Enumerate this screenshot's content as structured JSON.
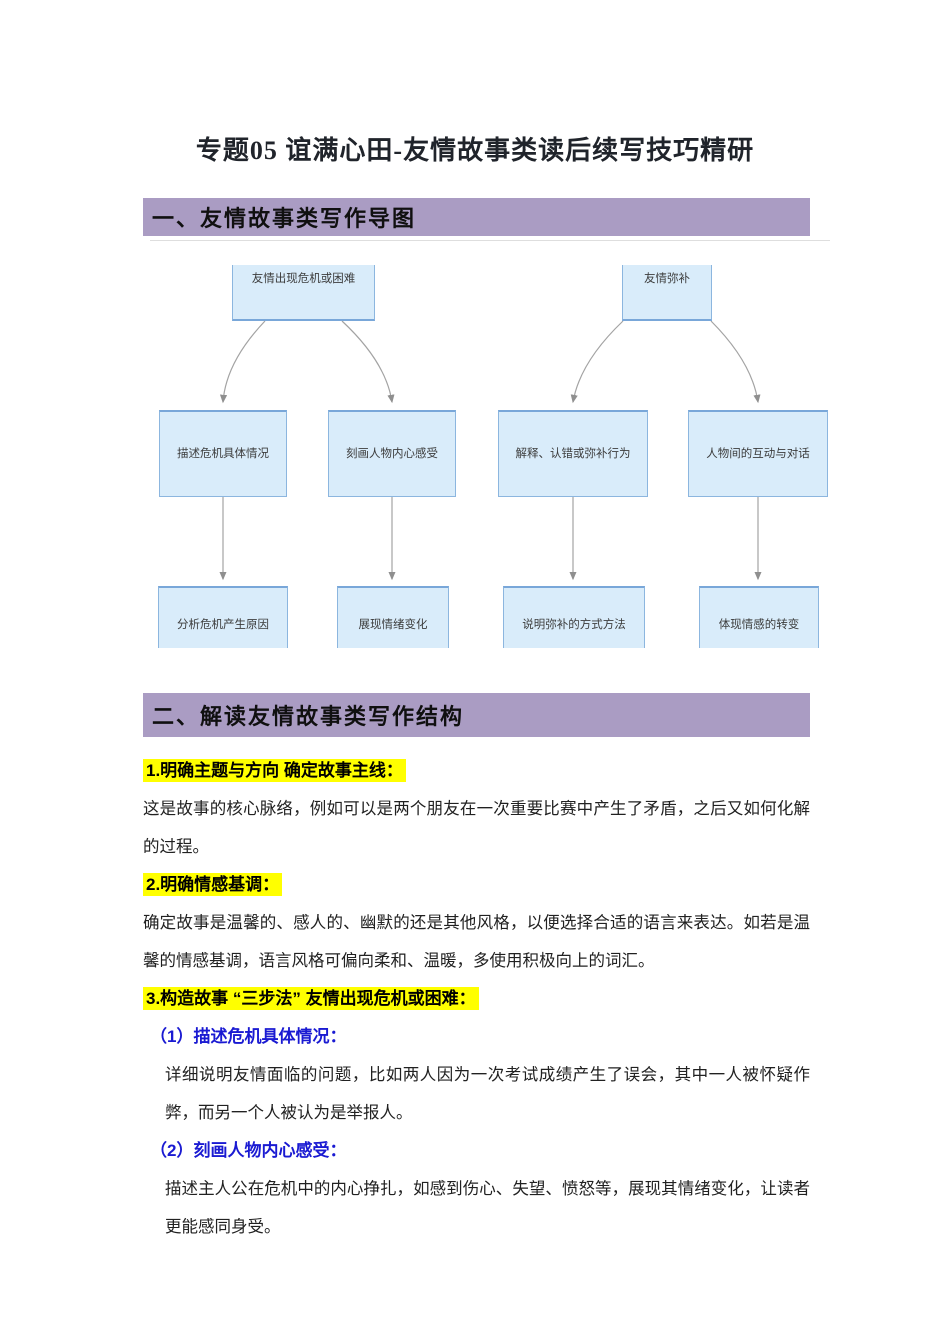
{
  "document": {
    "title": "专题05 谊满心田-友情故事类读后续写技巧精研"
  },
  "sections": {
    "one": "一、友情故事类写作导图",
    "two": "二、解读友情故事类写作结构"
  },
  "flowchart": {
    "top": [
      "友情出现危机或困难",
      "友情弥补"
    ],
    "middle": [
      "描述危机具体情况",
      "刻画人物内心感受",
      "解释、认错或弥补行为",
      "人物间的互动与对话"
    ],
    "bottom": [
      "分析危机产生原因",
      "展现情绪变化",
      "说明弥补的方式方法",
      "体现情感的转变"
    ]
  },
  "content": {
    "point1_heading": "1.明确主题与方向 确定故事主线：",
    "point1_body": "这是故事的核心脉络，例如可以是两个朋友在一次重要比赛中产生了矛盾，之后又如何化解的过程。",
    "point2_heading": "2.明确情感基调：",
    "point2_body": "确定故事是温馨的、感人的、幽默的还是其他风格，以便选择合适的语言来表达。如若是温馨的情感基调，语言风格可偏向柔和、温暖，多使用积极向上的词汇。",
    "point3_heading": "3.构造故事 “三步法” 友情出现危机或困难：",
    "sub1_heading": "（1）描述危机具体情况：",
    "sub1_body": "详细说明友情面临的问题，比如两人因为一次考试成绩产生了误会，其中一人被怀疑作弊，而另一个人被认为是举报人。",
    "sub2_heading": "（2）刻画人物内心感受：",
    "sub2_body": "描述主人公在危机中的内心挣扎，如感到伤心、失望、愤怒等，展现其情绪变化，让读者更能感同身受。"
  },
  "colors": {
    "section_bar_bg": "#aa9cc3",
    "highlight_yellow": "#ffff00",
    "subheading_blue": "#1a1ad2",
    "node_fill": "#d9ecfa",
    "node_border": "#8cb6df",
    "arrow_gray": "#a3a3a3"
  }
}
